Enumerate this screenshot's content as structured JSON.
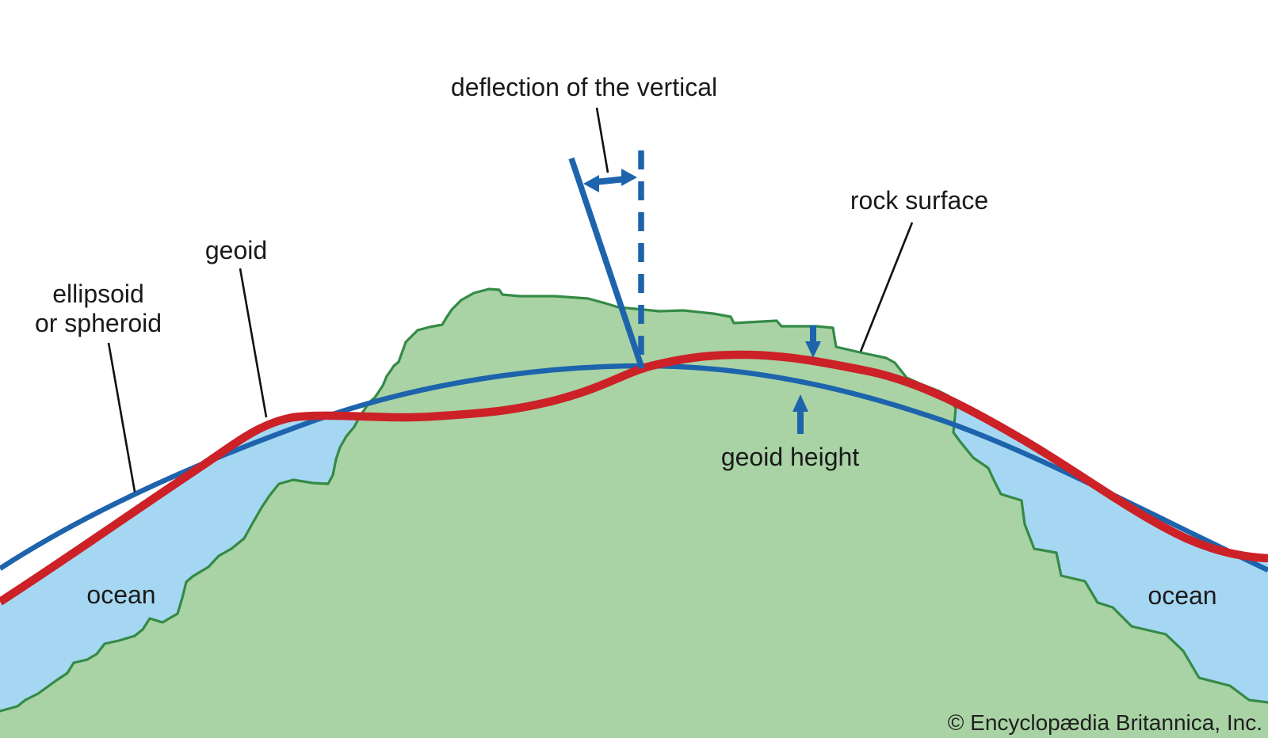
{
  "diagram": {
    "labels": {
      "deflection_of_the_vertical": "deflection of the vertical",
      "rock_surface": "rock surface",
      "geoid": "geoid",
      "ellipsoid_line1": "ellipsoid",
      "ellipsoid_line2": "or spheroid",
      "geoid_height": "geoid height",
      "ocean_left": "ocean",
      "ocean_right": "ocean",
      "credit": "© Encyclopædia Britannica, Inc."
    },
    "colors": {
      "background": "#ffffff",
      "land_fill": "#a9d3a4",
      "coastline_stroke": "#348a46",
      "ocean_fill": "#a6d7f2",
      "geoid_red": "#cc2127",
      "ellipsoid_blue": "#1d64ad",
      "label_text": "#1a1a1a",
      "leader_black": "#111111"
    },
    "icons": {
      "deflection_double_arrow": "left-right-double-arrow",
      "geoid_height_upper_arrow": "down-arrow",
      "geoid_height_lower_arrow": "up-arrow"
    }
  }
}
